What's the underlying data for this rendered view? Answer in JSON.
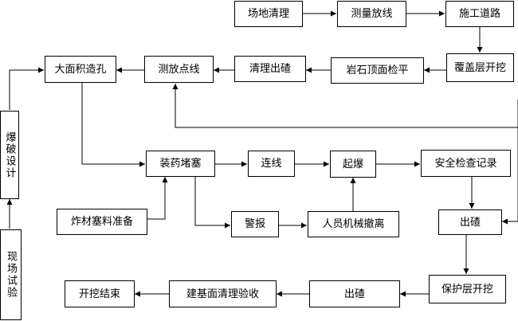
{
  "nodes": {
    "site_clearing": "场地清理",
    "survey_layout": "测量放线",
    "construction_road": "施工道路",
    "overburden_excavation": "覆盖层开挖",
    "rock_surface_leveling": "岩石顶面检平",
    "clear_muck_1": "清理出碴",
    "survey_points": "测放点线",
    "large_area_drilling": "大面积造孔",
    "blast_design": "爆破设计",
    "field_test": "现场试验",
    "charging_stemming": "装药堵塞",
    "connect_wires": "连线",
    "detonation": "起爆",
    "safety_check": "安全检查记录",
    "explosive_materials": "炸材塞料准备",
    "alarm": "警报",
    "evacuation": "人员机械撤离",
    "muck_out_2": "出碴",
    "protective_layer_excavation": "保护层开挖",
    "muck_out_3": "出碴",
    "foundation_acceptance": "建基面清理验收",
    "excavation_end": "开挖结束"
  }
}
